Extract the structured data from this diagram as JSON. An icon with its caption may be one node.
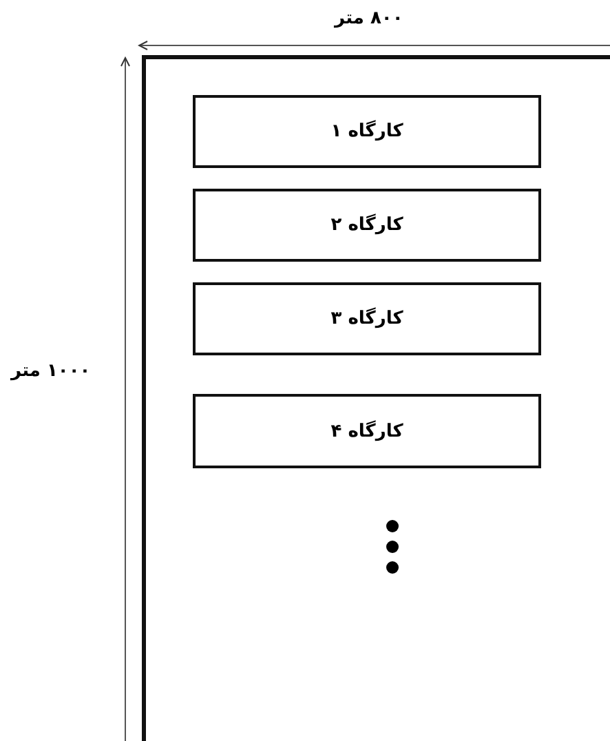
{
  "diagram": {
    "nodes": [
      {
        "text": [],
        "shape": "box"
      },
      {
        "text": [
          "کارگاه ۱"
        ],
        "in": 0
      },
      {
        "text": [
          "کارگاه ۲"
        ],
        "in": 0
      },
      {
        "text": [
          "کارگاه ۳"
        ],
        "in": 0
      },
      {
        "text": [
          "کارگاه ۴"
        ],
        "in": 0
      }
    ],
    "labels": [
      "۸۰۰ متر",
      "۱۰۰۰ متر"
    ]
  }
}
